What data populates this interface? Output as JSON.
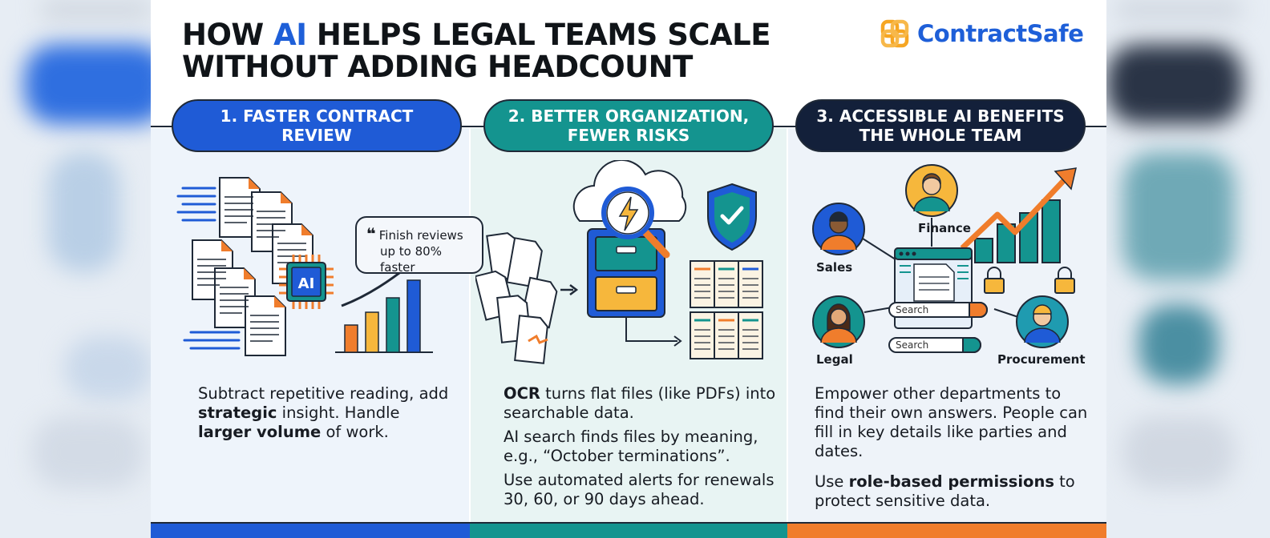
{
  "title": {
    "line1_part1": "HOW ",
    "line1_highlight": "AI",
    "line1_part2": " HELPS LEGAL TEAMS SCALE",
    "line2": "WITHOUT ADDING HEADCOUNT"
  },
  "brand": {
    "name": "ContractSafe",
    "icon": "contractsafe-logo-icon"
  },
  "colors": {
    "blue": "#1f5bd6",
    "teal": "#14948f",
    "navy": "#13203a",
    "orange": "#f07d2c"
  },
  "sections": [
    {
      "heading": "1. FASTER CONTRACT REVIEW",
      "quote": {
        "line1": "Finish reviews",
        "line2": "up to 80% faster"
      },
      "chip_label": "AI",
      "text": {
        "t1": "Subtract repetitive reading, add ",
        "b1": "strategic",
        "t2": " insight. Handle ",
        "b2": "larger volume",
        "t3": " of work."
      }
    },
    {
      "heading_line1": "2. BETTER ORGANIZATION,",
      "heading_line2": "FEWER RISKS",
      "text": {
        "p1_bold": "OCR",
        "p1_rest": " turns flat files (like PDFs) into searchable data.",
        "p2": "AI search finds files by meaning, e.g., “October terminations”.",
        "p3": "Use automated alerts for renewals 30, 60, or 90 days ahead."
      }
    },
    {
      "heading_line1": "3. ACCESSIBLE AI BENEFITS",
      "heading_line2": "THE WHOLE TEAM",
      "people": [
        "Finance",
        "Sales",
        "Legal",
        "Procurement"
      ],
      "search_placeholder": "Search",
      "text": {
        "p1": "Empower other departments to find their own answers. People can fill in key details like parties and dates.",
        "p2_pre": "Use ",
        "p2_bold": "role-based permissions",
        "p2_post": " to protect sensitive data."
      }
    }
  ]
}
